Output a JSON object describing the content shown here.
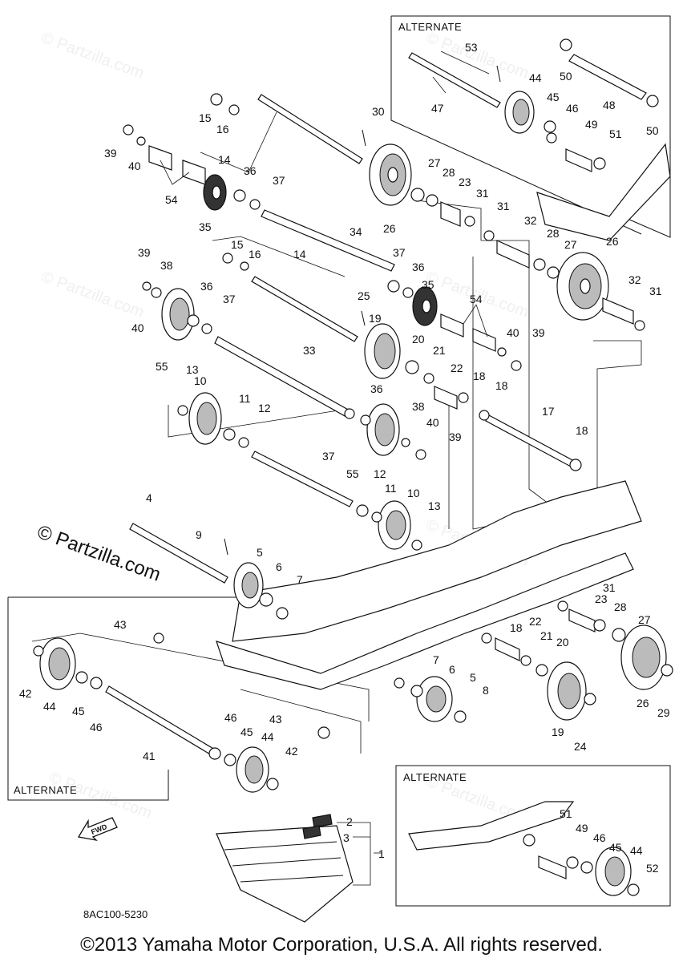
{
  "watermark": "© Partzilla.com",
  "brand_stamp": "© Partzilla.com",
  "drawing_code": "8AC100-5230",
  "fwd_label": "FWD",
  "copyright": "©2013 Yamaha Motor Corporation, U.S.A. All rights reserved.",
  "alternate_boxes": [
    {
      "title": "ALTERNATE"
    },
    {
      "title": "ALTERNATE"
    },
    {
      "title": "ALTERNATE"
    }
  ],
  "callouts": [
    "53",
    "47",
    "44",
    "45",
    "46",
    "50",
    "48",
    "49",
    "51",
    "50",
    "30",
    "15",
    "16",
    "14",
    "39",
    "40",
    "54",
    "36",
    "37",
    "35",
    "27",
    "28",
    "23",
    "31",
    "26",
    "31",
    "32",
    "28",
    "27",
    "26",
    "32",
    "31",
    "34",
    "15",
    "16",
    "14",
    "39",
    "38",
    "40",
    "36",
    "37",
    "55",
    "37",
    "36",
    "35",
    "25",
    "19",
    "54",
    "40",
    "39",
    "20",
    "21",
    "22",
    "18",
    "18",
    "33",
    "13",
    "10",
    "11",
    "12",
    "17",
    "18",
    "36",
    "38",
    "40",
    "39",
    "37",
    "55",
    "12",
    "11",
    "10",
    "13",
    "4",
    "9",
    "5",
    "6",
    "7",
    "43",
    "42",
    "44",
    "45",
    "46",
    "31",
    "23",
    "28",
    "27",
    "18",
    "22",
    "21",
    "20",
    "7",
    "6",
    "5",
    "8",
    "19",
    "24",
    "26",
    "29",
    "43",
    "41",
    "46",
    "45",
    "44",
    "42",
    "2",
    "3",
    "1",
    "51",
    "49",
    "46",
    "45",
    "44",
    "52"
  ]
}
